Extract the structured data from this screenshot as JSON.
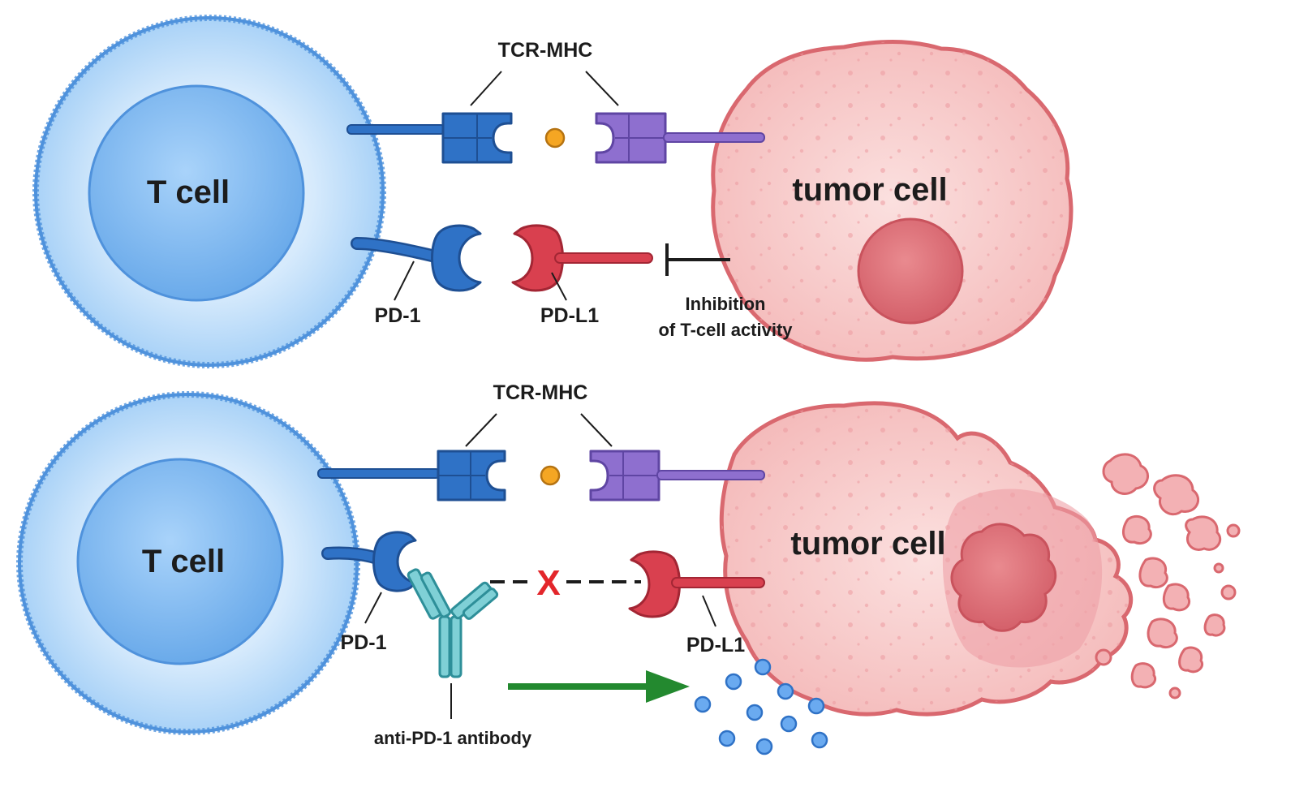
{
  "colors": {
    "t_cell": "#a9d2f7",
    "t_cell_nucleus": "#6aaaea",
    "tcr": "#2f72c6",
    "mhc": "#8e6fcf",
    "peptide": "#f5a623",
    "pd1": "#2f72c6",
    "pdl1": "#d9404f",
    "antibody": "#4fb8c2",
    "tumor": "#f7c6c6",
    "tumor_edge": "#d9686f",
    "block_x": "#e3262b",
    "activation_arrow": "#23892f",
    "cytokines": "#4a8fdf"
  },
  "top": {
    "t_cell_label": "T cell",
    "tumor_label": "tumor cell",
    "tcr_mhc_label": "TCR-MHC",
    "pd1_label": "PD-1",
    "pdl1_label": "PD-L1",
    "inhibition_line1": "Inhibition",
    "inhibition_line2": "of T-cell activity"
  },
  "bottom": {
    "t_cell_label": "T cell",
    "tumor_label": "tumor cell",
    "tcr_mhc_label": "TCR-MHC",
    "pd1_label": "PD-1",
    "pdl1_label": "PD-L1",
    "antibody_label": "anti-PD-1 antibody",
    "block_mark": "X"
  },
  "icons": {
    "inhibition": "t-bar-inhibition-icon",
    "activation": "green-arrow-icon",
    "blocked_interaction": "red-x-icon"
  }
}
